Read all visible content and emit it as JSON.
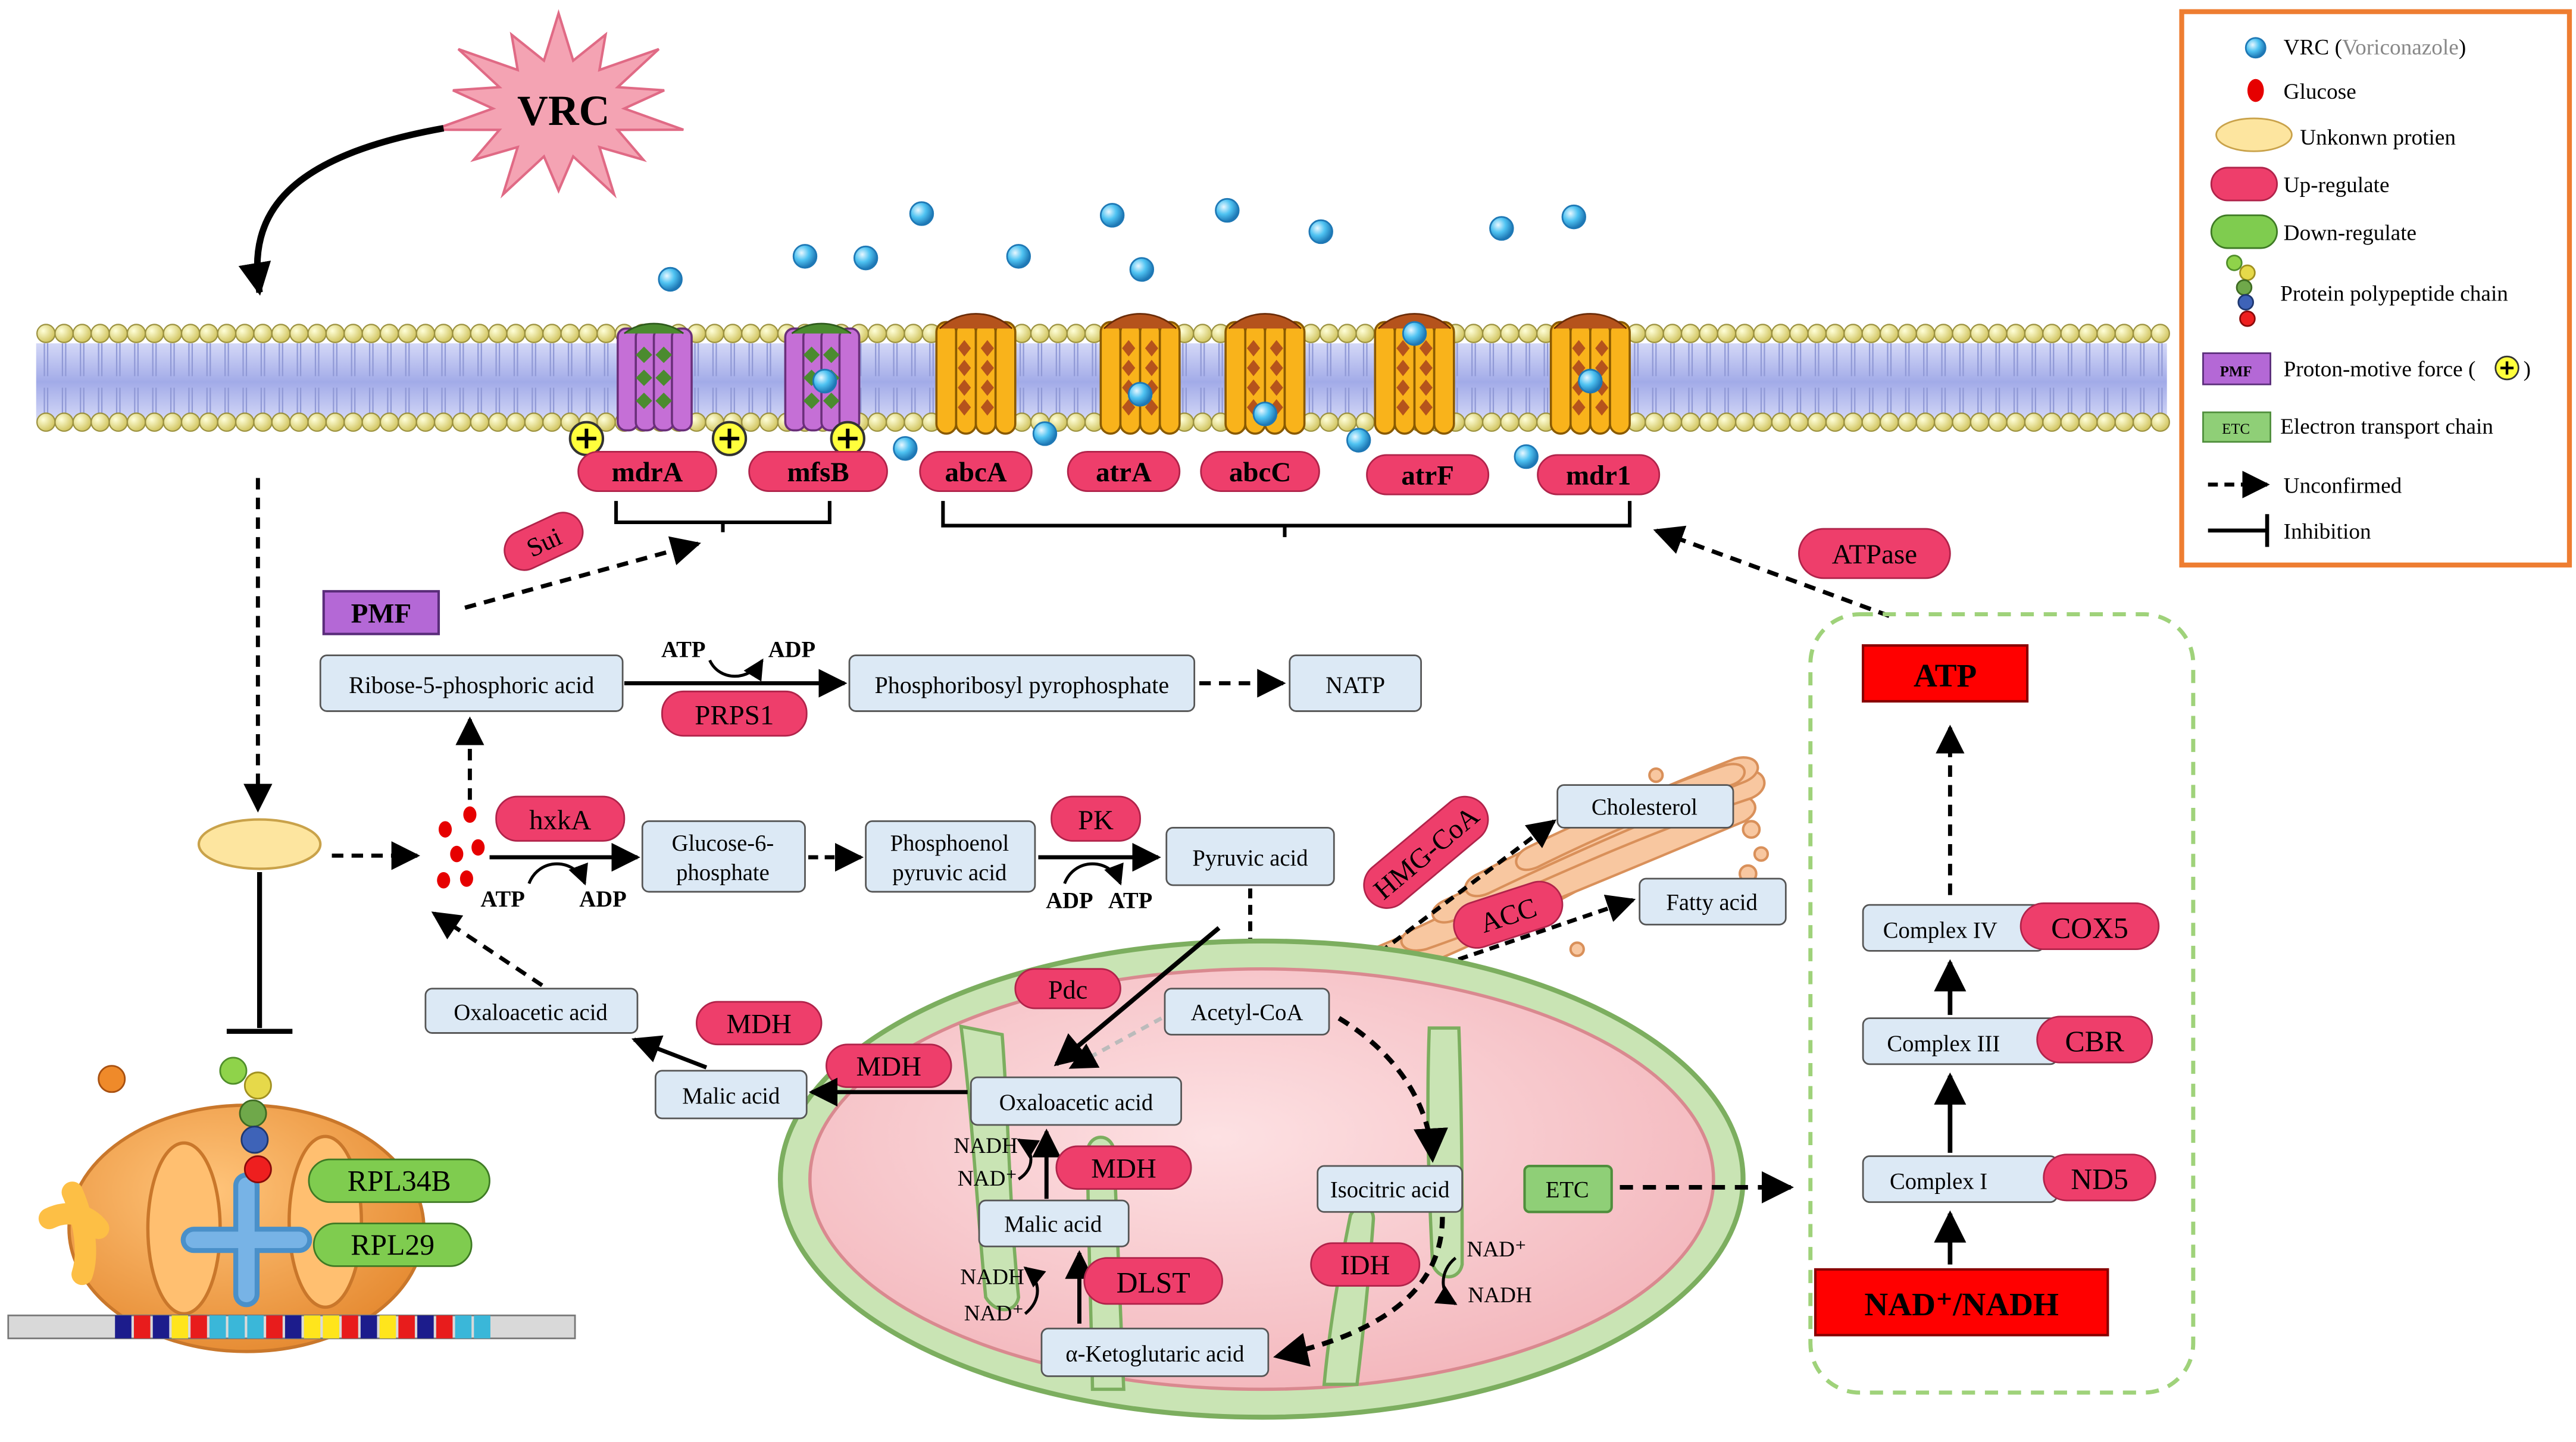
{
  "vrc_label": "VRC",
  "transporters": {
    "mdrA": "mdrA",
    "mfsB": "mfsB",
    "abcA": "abcA",
    "atrA": "atrA",
    "abcC": "abcC",
    "atrF": "atrF",
    "mdr1": "mdr1"
  },
  "labels": {
    "sui": "Sui",
    "pmf": "PMF",
    "atpase": "ATPase",
    "ribose": "Ribose-5-phosphoric acid",
    "prpp": "Phosphoribosyl pyrophosphate",
    "natp": "NATP",
    "prps1": "PRPS1",
    "atp_1": "ATP",
    "adp_1": "ADP",
    "hxka": "hxkA",
    "g6p_1": "Glucose-6-",
    "g6p_2": "phosphate",
    "atp_2": "ATP",
    "adp_2": "ADP",
    "pep_1": "Phosphoenol",
    "pep_2": "pyruvic acid",
    "pk": "PK",
    "adp_3": "ADP",
    "atp_3": "ATP",
    "pyruvic": "Pyruvic acid",
    "hmgcoa": "HMG-CoA",
    "acc": "ACC",
    "cholesterol": "Cholesterol",
    "fatty": "Fatty acid",
    "oxalo_out": "Oxaloacetic  acid",
    "mdh_1": "MDH",
    "malic_out": "Malic acid",
    "mdh_2": "MDH",
    "pdc": "Pdc",
    "acetylcoa": "Acetyl-CoA",
    "oxalo_in": "Oxaloacetic  acid",
    "nadh_1": "NADH",
    "nad_1": "NAD⁺",
    "mdh_3": "MDH",
    "malic_in": "Malic acid",
    "nadh_2": "NADH",
    "nad_2": "NAD⁺",
    "dlst": "DLST",
    "akg": "α-Ketoglutaric acid",
    "isocitric": "Isocitric acid",
    "idh": "IDH",
    "nad_3": "NAD⁺",
    "nadh_3": "NADH",
    "etc": "ETC",
    "rpl34b": "RPL34B",
    "rpl29": "RPL29",
    "atp_box": "ATP",
    "complex4": "Complex IV",
    "cox5": "COX5",
    "complex3": "Complex III",
    "cbr": "CBR",
    "complex1": "Complex I",
    "nd5": "ND5",
    "nadnadh": "NAD⁺/NADH"
  },
  "legend": {
    "vrc_a": "VRC (",
    "vrc_b": "Voriconazole",
    "vrc_c": ")",
    "glucose": "Glucose",
    "unknown": "Unkonwn protien",
    "up": "Up-regulate",
    "down": "Down-regulate",
    "chain": "Protein polypeptide chain",
    "pmf_icon": "PMF",
    "pmf": "Proton-motive force (",
    "pmf_end": ")",
    "etc_icon": "ETC",
    "etc": "Electron transport chain",
    "unconfirmed": "Unconfirmed",
    "inhibition": "Inhibition"
  },
  "colors": {
    "up": "#ee3e6b",
    "down": "#7fcc4f",
    "pmf": "#b468d6",
    "atp_red": "#ff0000",
    "box_fill": "#dce9f5",
    "vrc_star": "#f4a3b3",
    "legend_border": "#ee7d31",
    "dashed_region": "#9fd27a",
    "mito_outer": "#c9e4b4",
    "mito_inner": "#f7c7cb",
    "transporter": "#f9b31b",
    "mfs_purple": "#c56fd6"
  }
}
